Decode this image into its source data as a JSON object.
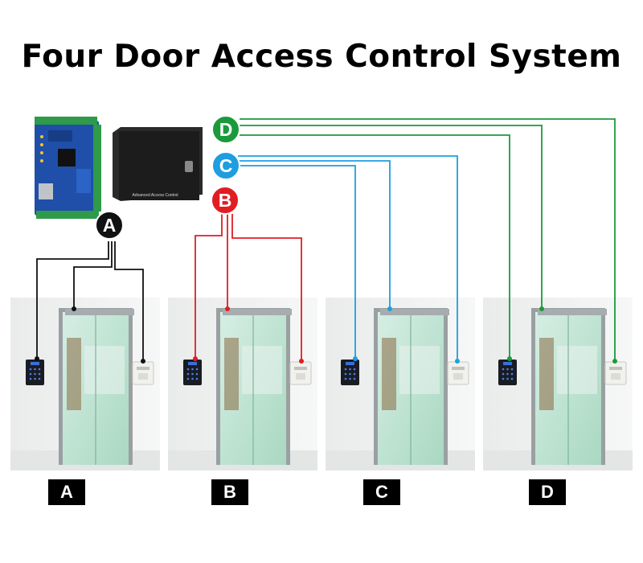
{
  "title": "Four Door Access Control System",
  "controller": {
    "board_color": "#1f4fa8",
    "box_color": "#1c1c1c",
    "box_label": "Advanced Access Control"
  },
  "channels": [
    {
      "id": "A",
      "color": "#111111"
    },
    {
      "id": "B",
      "color": "#e11d24"
    },
    {
      "id": "C",
      "color": "#1e9ee0"
    },
    {
      "id": "D",
      "color": "#1b9a3c"
    }
  ],
  "doors": [
    {
      "label": "A"
    },
    {
      "label": "B"
    },
    {
      "label": "C"
    },
    {
      "label": "D"
    }
  ]
}
